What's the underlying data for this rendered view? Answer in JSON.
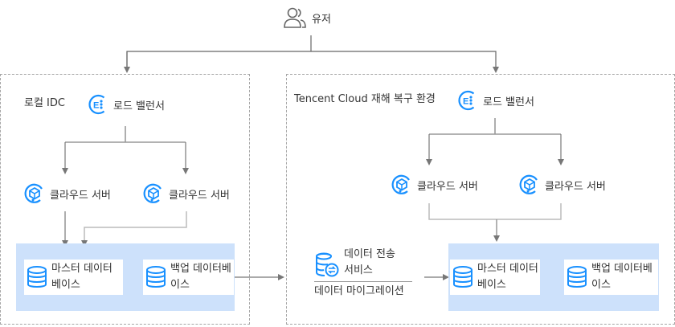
{
  "user": {
    "label": "유저",
    "icon": "users-icon"
  },
  "local_idc": {
    "title": "로컬 IDC",
    "load_balancer": {
      "label": "로드 밸런서",
      "icon": "load-balancer-icon"
    },
    "servers": [
      {
        "label": "클라우드 서버",
        "icon": "cloud-server-icon"
      },
      {
        "label": "클라우드 서버",
        "icon": "cloud-server-icon"
      }
    ],
    "databases": {
      "master": {
        "label": "마스터 데이터베이스",
        "line1": "마스터 데이터",
        "line2": "베이스",
        "icon": "database-icon"
      },
      "backup": {
        "label": "백업 데이터베이스",
        "line1": "백업 데이터베",
        "line2": "이스",
        "icon": "database-icon"
      }
    }
  },
  "tencent_cloud": {
    "title": "Tencent Cloud 재해 복구 환경",
    "load_balancer": {
      "label": "로드 밸런서",
      "icon": "load-balancer-icon"
    },
    "servers": [
      {
        "label": "클라우드 서버",
        "icon": "cloud-server-icon"
      },
      {
        "label": "클라우드 서버",
        "icon": "cloud-server-icon"
      }
    ],
    "dts": {
      "line1": "데이터 전송",
      "line2": "서비스",
      "caption": "데이터 마이그레이션",
      "icon": "data-transmission-icon"
    },
    "databases": {
      "master": {
        "label": "마스터 데이터베이스",
        "line1": "마스터 데이터",
        "line2": "베이스",
        "icon": "database-icon"
      },
      "backup": {
        "label": "백업 데이터베이스",
        "line1": "백업 데이터베",
        "line2": "이스",
        "icon": "database-icon"
      }
    }
  },
  "colors": {
    "icon_blue": "#1890ff",
    "line_gray": "#777777",
    "light_line": "#bbbbbb",
    "db_group_bg": "#cde1fb",
    "dashed_border": "#a6a6a6"
  }
}
